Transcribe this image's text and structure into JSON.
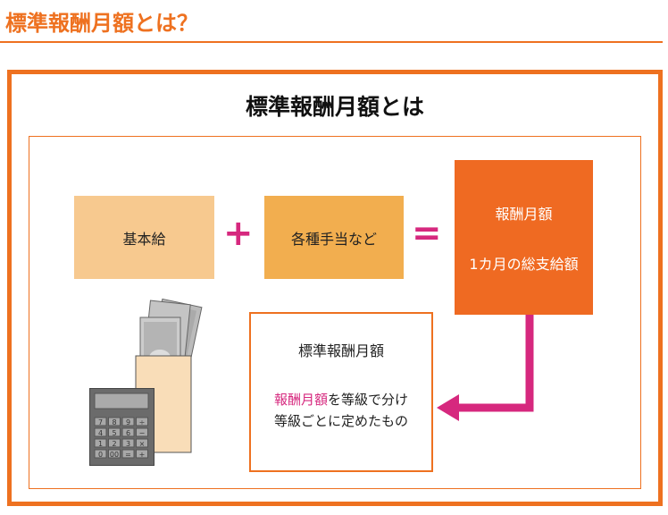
{
  "page_title": "標準報酬月額とは？",
  "diagram": {
    "heading": "標準報酬月額とは",
    "base_salary": "基本給",
    "plus_sign": "+",
    "allowances": "各種手当など",
    "equals_sign": "=",
    "monthly_pay": {
      "title": "報酬月額",
      "subtitle": "1カ月の総支給額"
    },
    "standard": {
      "title": "標準報酬月額",
      "line1_highlight": "報酬月額",
      "line1_rest": "を等級で分け",
      "line2": "等級ごとに定めたもの"
    },
    "calculator_keys": [
      "7",
      "8",
      "9",
      "÷",
      "4",
      "5",
      "6",
      "−",
      "1",
      "2",
      "3",
      "×",
      "0",
      "00",
      "=",
      "+"
    ],
    "colors": {
      "accent": "#ee7120",
      "pink": "#d6287e",
      "box1": "#f7c98f",
      "box2": "#f2ae4f",
      "box3": "#ef6a22"
    }
  }
}
